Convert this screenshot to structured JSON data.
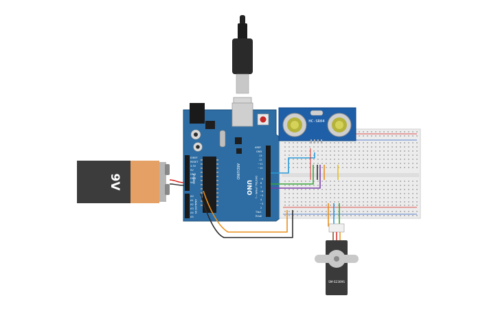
{
  "battery": {
    "label": "9V",
    "color": "#e5a065",
    "body_color": "#3c3c3c"
  },
  "arduino": {
    "board_name": "UNO",
    "brand": "ARDUINO",
    "color": "#2d6da3",
    "digital_header_label": "DIGITAL (PWM ~)",
    "power_header_label": "POWER",
    "analog_header_label": "ANALOG IN",
    "top_pins": [
      "AREF",
      "GND",
      "13",
      "12",
      "~11",
      "~10",
      "~9",
      "8",
      "7",
      "~6",
      "~5",
      "4",
      "~3",
      "2",
      "TX▸1",
      "RX◂0"
    ],
    "left_pins": [
      "IOREF",
      "RESET",
      "3.3V",
      "5V",
      "GND",
      "GND",
      "Vin",
      "A0",
      "A1",
      "A2",
      "A3",
      "A4",
      "A5"
    ]
  },
  "sensor": {
    "label": "HC-SR04",
    "color": "#1e5fa8"
  },
  "servo": {
    "label": "SM-S2309S",
    "color": "#3a3a3a",
    "horn_color": "#c9c9c9"
  },
  "usb": {
    "color": "#222222"
  },
  "breadboard": {
    "color": "#ececec"
  },
  "wire_colors": {
    "orange": "#e8901c",
    "black": "#2b2b2b",
    "red": "#d6201a",
    "green": "#3aa33a",
    "purple": "#7b3fa8",
    "blue": "#2a9ad8",
    "yellow": "#e8c01c"
  }
}
